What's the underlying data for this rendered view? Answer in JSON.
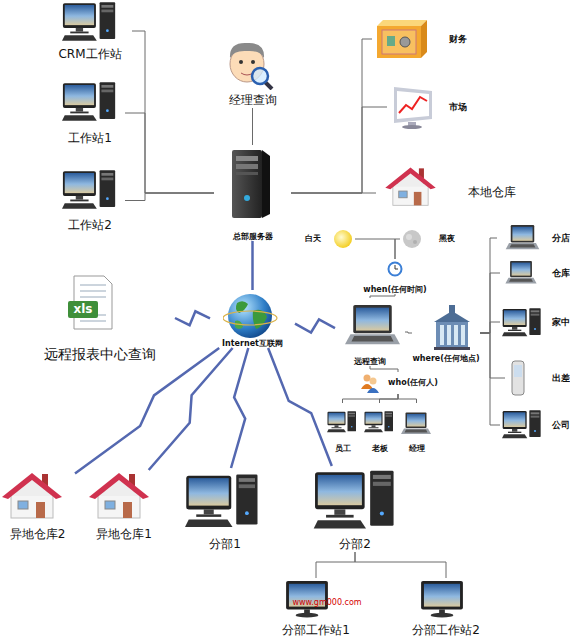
{
  "diagram": {
    "nodes": [
      {
        "text": [
          "CRM工作站"
        ]
      },
      {
        "text": [
          "工作站1"
        ]
      },
      {
        "text": [
          "工作站2"
        ]
      },
      {
        "text": [
          "经理查询"
        ]
      },
      {
        "text": [
          "财务"
        ]
      },
      {
        "text": [
          "市场"
        ]
      },
      {
        "text": [
          "本地仓库"
        ]
      },
      {
        "text": [
          "总部服务器"
        ]
      },
      {
        "text": [
          "Internet互联网"
        ]
      },
      {
        "text": [
          "远程报表中心查询"
        ]
      },
      {
        "text": [
          "异地仓库2"
        ]
      },
      {
        "text": [
          "异地仓库1"
        ]
      },
      {
        "text": [
          "分部1"
        ]
      },
      {
        "text": [
          "分部2"
        ]
      },
      {
        "text": [
          "分部工作站1"
        ]
      },
      {
        "text": [
          "分部工作站2"
        ]
      },
      {
        "text": [
          "远程查询"
        ]
      },
      {
        "text": [
          "when(任何时间)"
        ]
      },
      {
        "text": [
          "白天"
        ]
      },
      {
        "text": [
          "黑夜"
        ]
      },
      {
        "text": [
          "where(任何地点)"
        ]
      },
      {
        "text": [
          "who(任何人)"
        ]
      },
      {
        "text": [
          "员工"
        ]
      },
      {
        "text": [
          "老板"
        ]
      },
      {
        "text": [
          "经理"
        ]
      },
      {
        "text": [
          "分店"
        ]
      },
      {
        "text": [
          "仓库"
        ]
      },
      {
        "text": [
          "家中"
        ]
      },
      {
        "text": [
          "出差"
        ]
      },
      {
        "text": [
          "公司"
        ]
      }
    ],
    "edges": [
      {
        "from": 7,
        "to": 0,
        "arrow": "none"
      },
      {
        "from": 7,
        "to": 1,
        "arrow": "none"
      },
      {
        "from": 7,
        "to": 2,
        "arrow": "none"
      },
      {
        "from": 7,
        "to": 3,
        "arrow": "none"
      },
      {
        "from": 7,
        "to": 4,
        "arrow": "none"
      },
      {
        "from": 7,
        "to": 5,
        "arrow": "none"
      },
      {
        "from": 7,
        "to": 6,
        "arrow": "none"
      },
      {
        "from": 7,
        "to": 8,
        "arrow": "none"
      },
      {
        "from": 8,
        "to": 9,
        "arrow": "none"
      },
      {
        "from": 8,
        "to": 10,
        "arrow": "none"
      },
      {
        "from": 8,
        "to": 11,
        "arrow": "none"
      },
      {
        "from": 8,
        "to": 12,
        "arrow": "none"
      },
      {
        "from": 8,
        "to": 13,
        "arrow": "none"
      },
      {
        "from": 8,
        "to": 16,
        "arrow": "none"
      },
      {
        "from": 13,
        "to": 14,
        "arrow": "none"
      },
      {
        "from": 13,
        "to": 15,
        "arrow": "none"
      },
      {
        "from": 16,
        "to": 17,
        "arrow": "none"
      },
      {
        "from": 17,
        "to": 18,
        "arrow": "none"
      },
      {
        "from": 17,
        "to": 19,
        "arrow": "none"
      },
      {
        "from": 16,
        "to": 20,
        "arrow": "none"
      },
      {
        "from": 20,
        "to": 25,
        "arrow": "none"
      },
      {
        "from": 20,
        "to": 26,
        "arrow": "none"
      },
      {
        "from": 20,
        "to": 27,
        "arrow": "none"
      },
      {
        "from": 20,
        "to": 28,
        "arrow": "none"
      },
      {
        "from": 20,
        "to": 29,
        "arrow": "none"
      },
      {
        "from": 16,
        "to": 21,
        "arrow": "none"
      },
      {
        "from": 21,
        "to": 22,
        "arrow": "none"
      },
      {
        "from": 21,
        "to": 23,
        "arrow": "none"
      },
      {
        "from": 21,
        "to": 24,
        "arrow": "none"
      }
    ],
    "labels": [
      "xls",
      "www.gm000.com"
    ]
  }
}
